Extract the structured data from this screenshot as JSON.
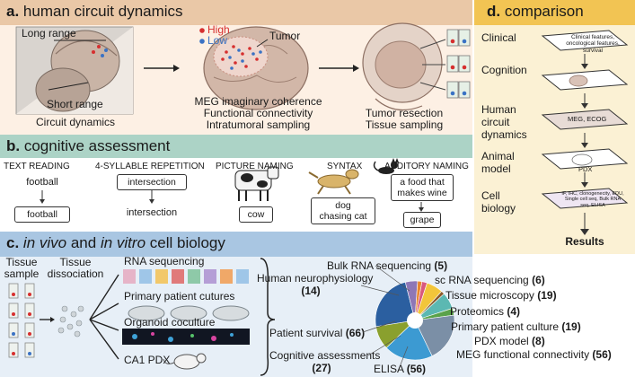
{
  "panel_a": {
    "title_letter": "a.",
    "title_text": "human circuit dynamics",
    "long_range": "Long range",
    "short_range": "Short range",
    "circuit_caption": "Circuit dynamics",
    "legend_high": "High",
    "legend_low": "Low",
    "tumor_label": "Tumor",
    "measures": [
      "MEG imaginary coherence",
      "Functional connectivity",
      "Intratumoral sampling"
    ],
    "resection": [
      "Tumor resection",
      "Tissue sampling"
    ],
    "colors": {
      "high": "#d62f2f",
      "low": "#3a72c4"
    }
  },
  "panel_b": {
    "title_letter": "b.",
    "title_text": "cognitive assessment",
    "tasks": [
      {
        "heading": "TEXT READING",
        "prompt": "football",
        "response": "football"
      },
      {
        "heading": "4-SYLLABLE REPETITION",
        "prompt": "intersection",
        "response": "intersection"
      },
      {
        "heading": "PICTURE NAMING",
        "response": "cow"
      },
      {
        "heading": "SYNTAX",
        "response_line1": "dog",
        "response_line2": "chasing cat"
      },
      {
        "heading": "AUDITORY NAMING",
        "prompt_line1": "a food that",
        "prompt_line2": "makes wine",
        "response": "grape"
      }
    ]
  },
  "panel_c": {
    "title_letter": "c.",
    "title_em": "in vivo",
    "title_mid": "and",
    "title_em2": "in vitro",
    "title_end": "cell biology",
    "tissue_sample": [
      "Tissue",
      "sample"
    ],
    "tissue_dissociation": [
      "Tissue",
      "dissociation"
    ],
    "outputs": [
      "RNA sequencing",
      "Primary patient cutures",
      "Organoid coculture",
      "CA1 PDX"
    ]
  },
  "chart_data": {
    "type": "pie",
    "categories": [
      "Patient survival",
      "Human neurophysiology",
      "Bulk RNA sequencing",
      "sc RNA sequencing",
      "Tissue microscopy",
      "Proteomics",
      "Primary patient culture",
      "PDX model",
      "MEG functional connectivity",
      "ELISA",
      "Cognitive assessments"
    ],
    "values": [
      66,
      14,
      5,
      6,
      19,
      4,
      19,
      8,
      56,
      56,
      27
    ],
    "colors": [
      "#2b5fa0",
      "#8e77b6",
      "#e9862e",
      "#d9597e",
      "#f2c53a",
      "#8b5a2b",
      "#5cb8b2",
      "#5aa24a",
      "#7b8fa6",
      "#3c9ad2",
      "#8aa02e"
    ],
    "legend_placement": "around"
  },
  "panel_d": {
    "title_letter": "d.",
    "title_text": "comparison",
    "layers": [
      {
        "label_line1": "Clinical",
        "label_line2": "",
        "label_line3": "",
        "sheet_text": "Clinical features, oncological features, survival"
      },
      {
        "label_line1": "Cognition",
        "label_line2": "",
        "label_line3": "",
        "sheet_text": ""
      },
      {
        "label_line1": "Human",
        "label_line2": "circuit",
        "label_line3": "dynamics",
        "sheet_text": "MEG, ECOG"
      },
      {
        "label_line1": "Animal",
        "label_line2": "model",
        "label_line3": "",
        "sheet_text": "PDX"
      },
      {
        "label_line1": "Cell",
        "label_line2": "biology",
        "label_line3": "",
        "sheet_text": "IF, IHC, clonogenecity, EDU, Single cell seq, Bulk RNA seq, ELISA"
      }
    ],
    "results": "Results"
  }
}
